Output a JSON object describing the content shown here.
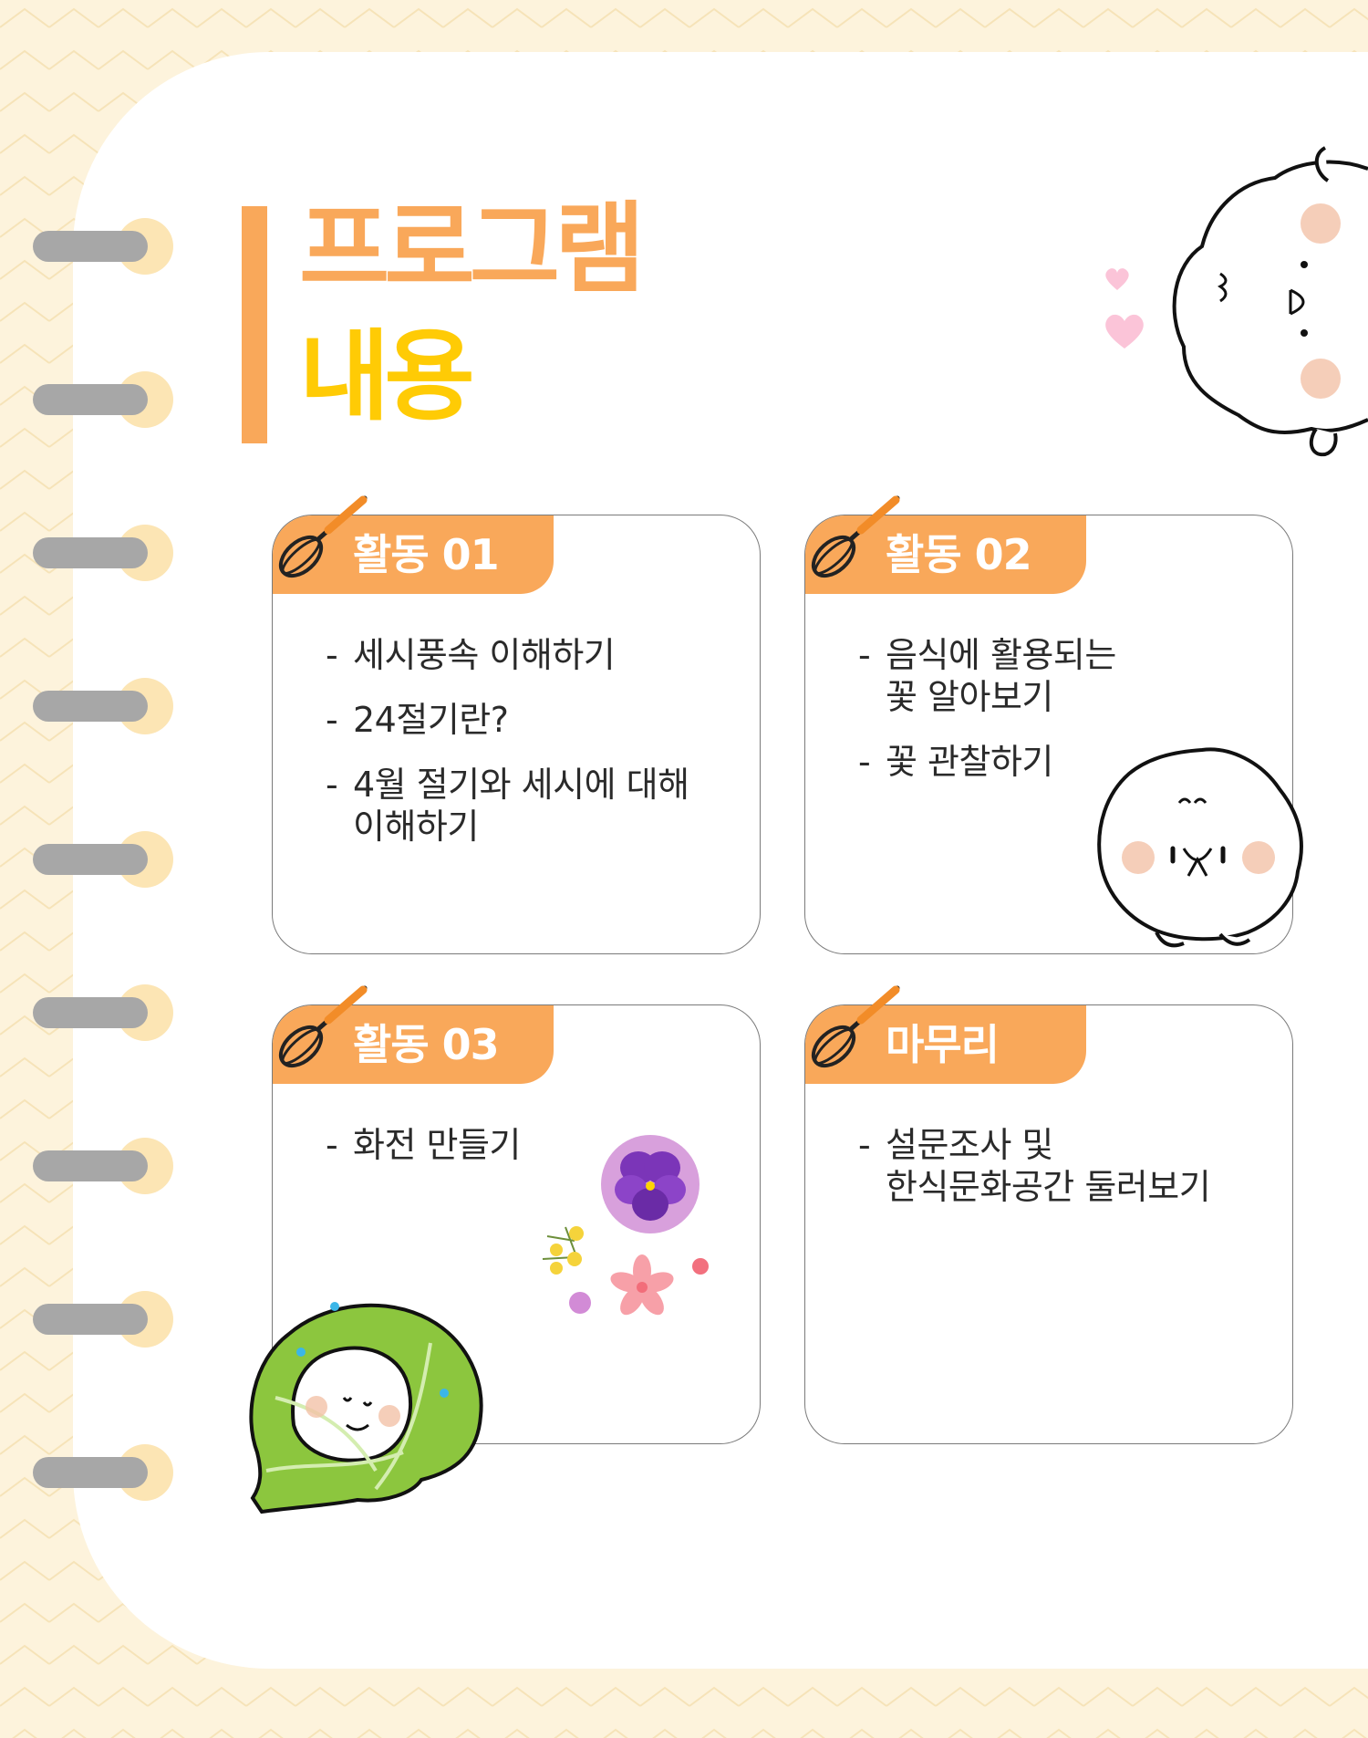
{
  "title": {
    "line1": "프로그램",
    "line2": "내용"
  },
  "colors": {
    "background": "#FDF3DC",
    "paper": "#FFFFFF",
    "accent_orange": "#F9A85A",
    "accent_yellow": "#FFCB05",
    "ring_gray": "#A7A7A7",
    "ring_hole": "#FCE5B4"
  },
  "cards": [
    {
      "label": "활동 01",
      "items": [
        {
          "dash": "-",
          "lines": [
            "세시풍속 이해하기"
          ]
        },
        {
          "dash": "-",
          "lines": [
            "24절기란?"
          ]
        },
        {
          "dash": "-",
          "lines": [
            "4월 절기와 세시에 대해",
            "이해하기"
          ]
        }
      ]
    },
    {
      "label": "활동 02",
      "items": [
        {
          "dash": "-",
          "lines": [
            "음식에 활용되는",
            "꽃 알아보기"
          ]
        },
        {
          "dash": "-",
          "lines": [
            "꽃 관찰하기"
          ]
        }
      ]
    },
    {
      "label": "활동 03",
      "items": [
        {
          "dash": "-",
          "lines": [
            "화전 만들기"
          ]
        }
      ]
    },
    {
      "label": "마무리",
      "items": [
        {
          "dash": "-",
          "lines": [
            "설문조사 및",
            "한식문화공간 둘러보기"
          ]
        }
      ]
    }
  ],
  "icons": [
    "whisk-icon",
    "heart-icon",
    "flower-icon",
    "rice-cake-character",
    "cabbage-character"
  ]
}
